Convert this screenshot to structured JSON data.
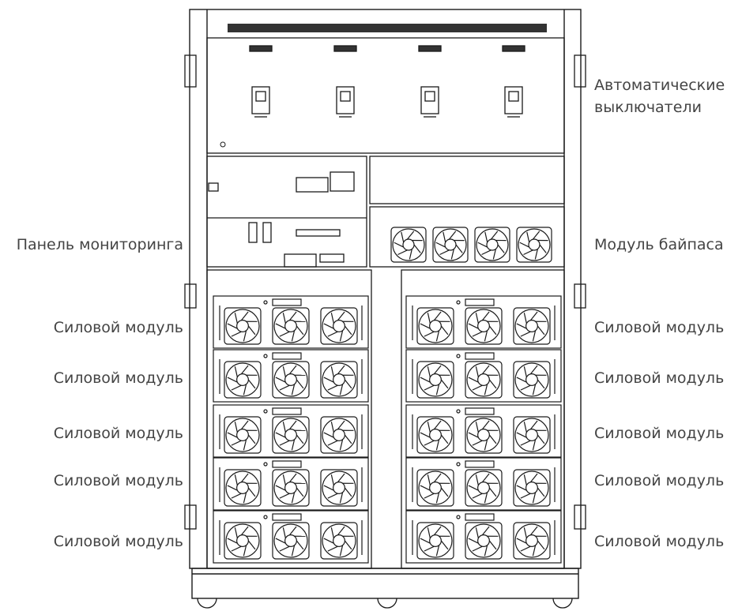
{
  "labels": {
    "breakers_line1": "Автоматические",
    "breakers_line2": "выключатели",
    "monitoring_panel": "Панель мониторинга",
    "bypass_module": "Модуль байпаса",
    "power_module": "Силовой модуль"
  },
  "structure": {
    "breaker_count": 4,
    "bypass_fan_count": 4,
    "power_module_columns": 2,
    "power_modules_per_column": 5,
    "fans_per_power_module": 3
  },
  "colors": {
    "line": "#1a1a1a",
    "label": "#444444",
    "background": "#ffffff"
  }
}
